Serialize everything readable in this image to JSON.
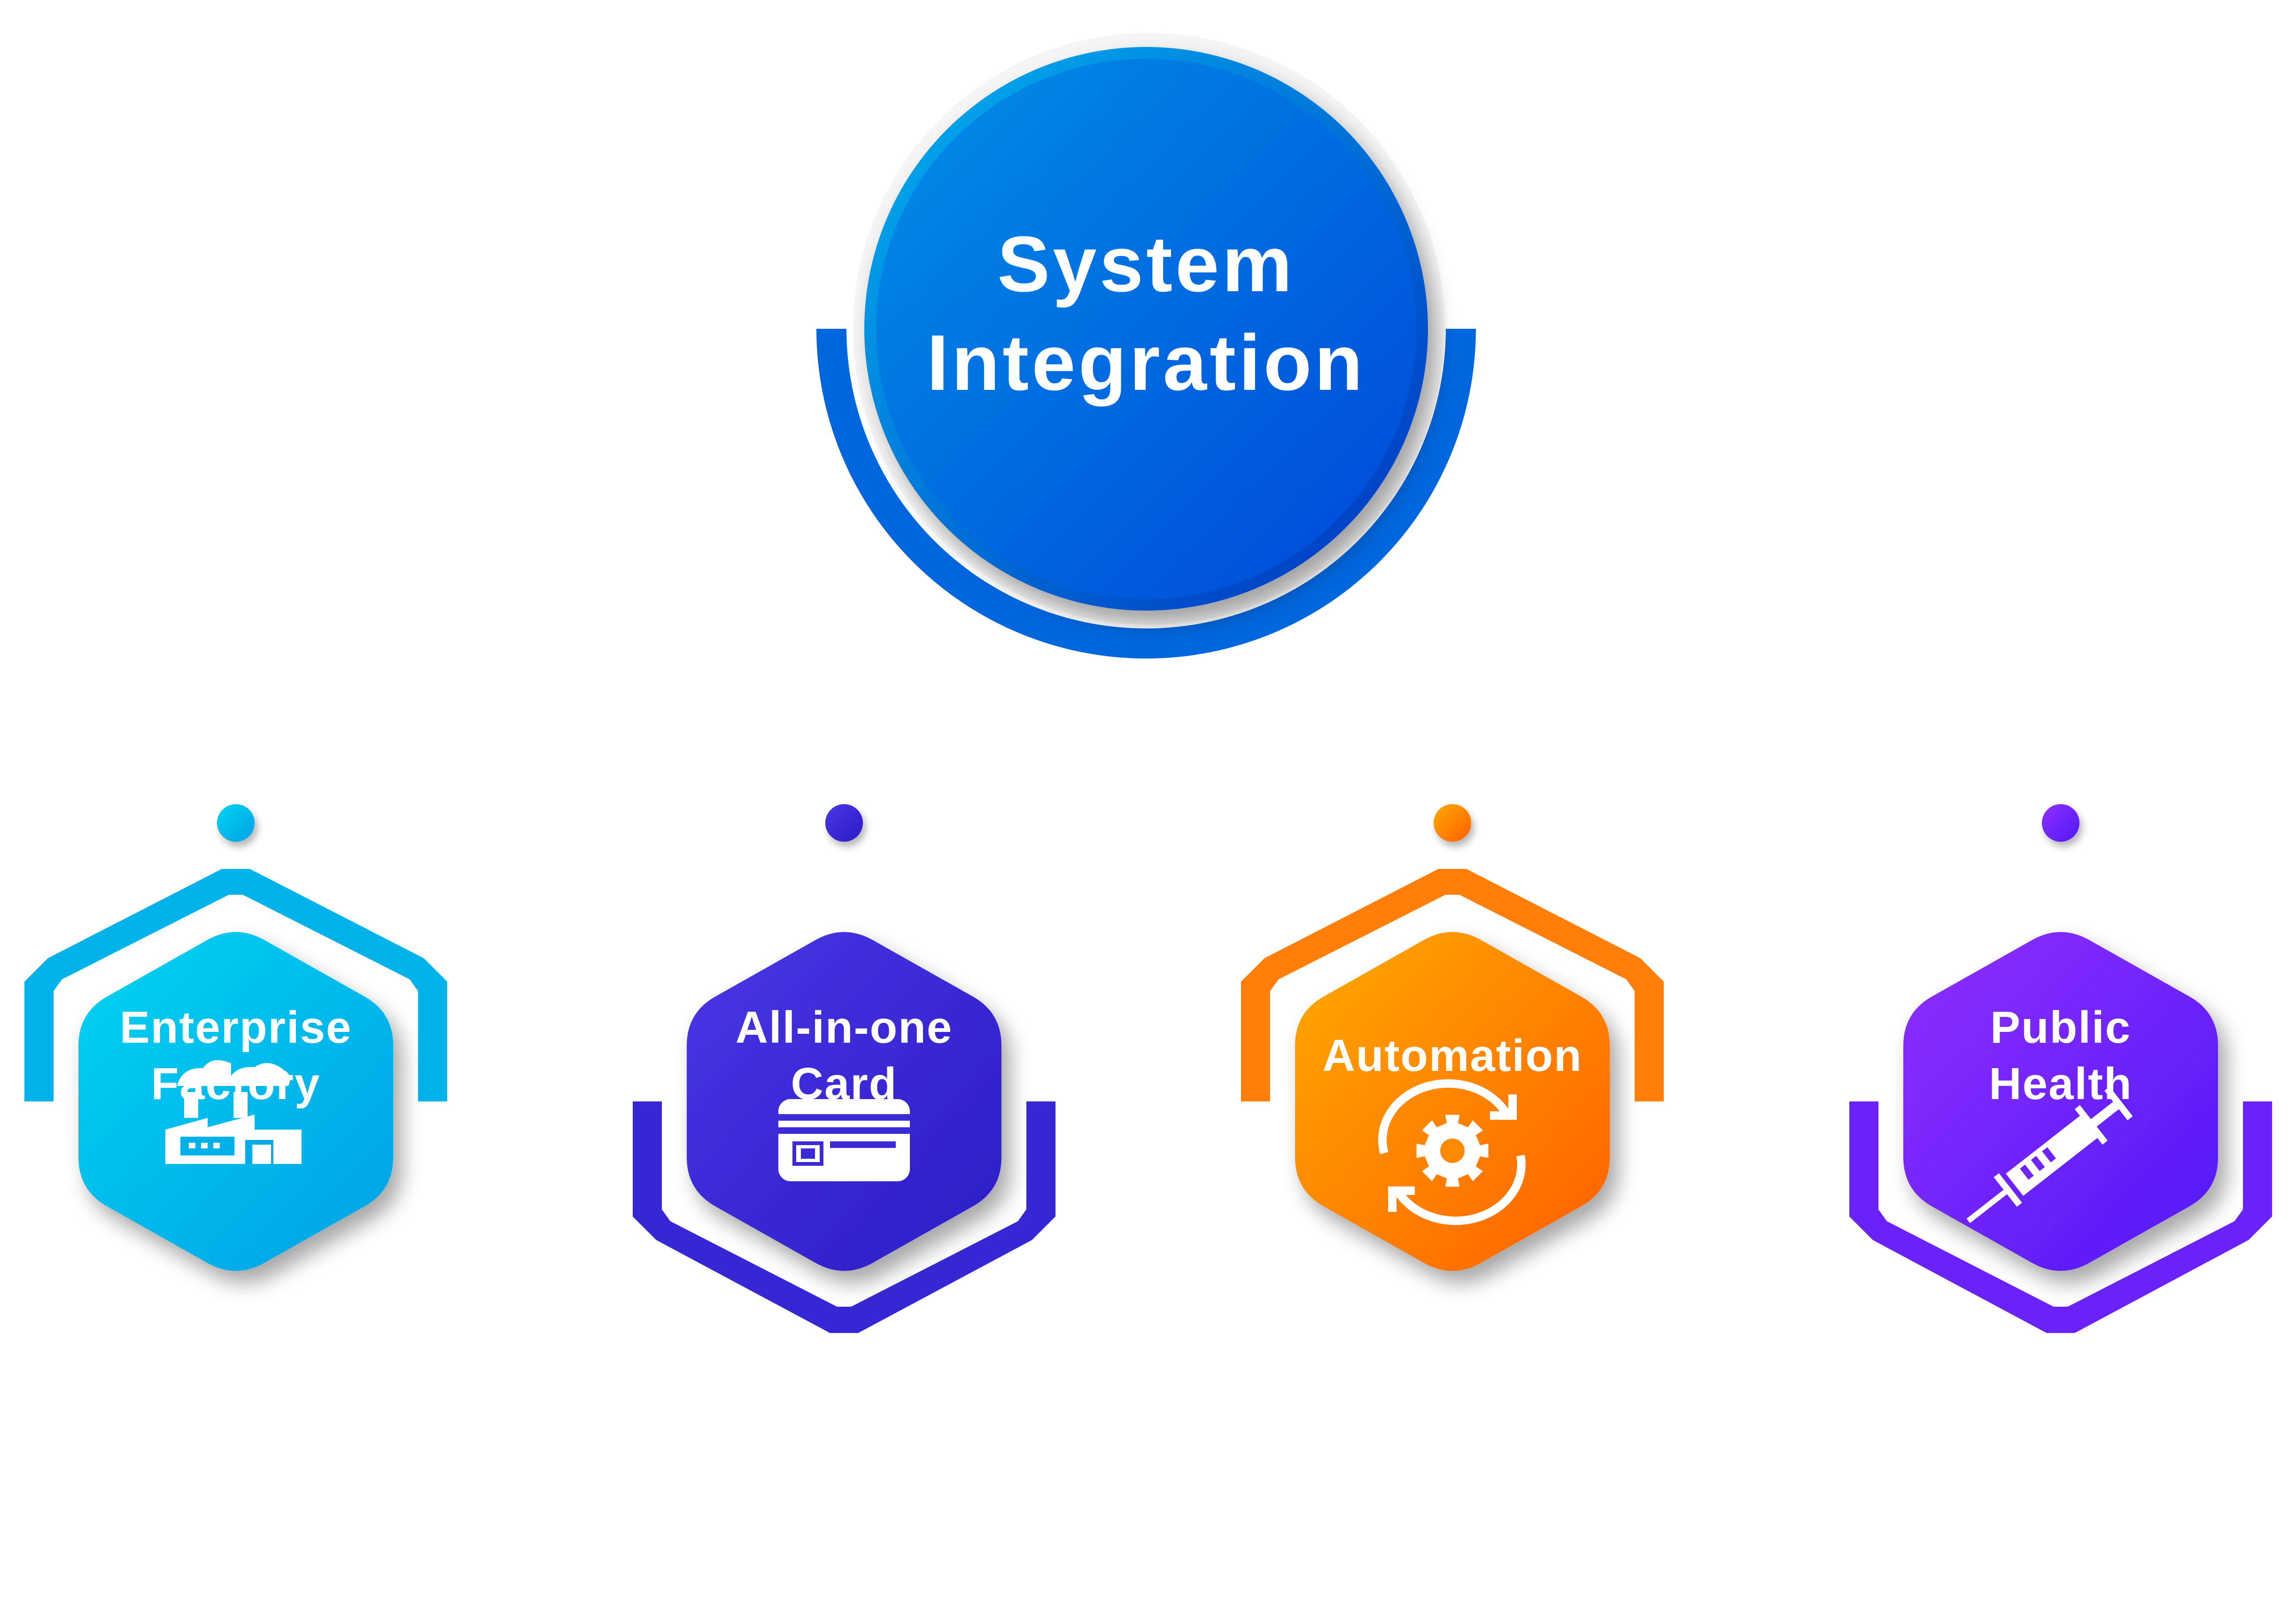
{
  "title": {
    "line1": "System",
    "line2": "Integration",
    "colors": {
      "ring": "#0066dd",
      "fill_start": "#0090e8",
      "fill_end": "#0046d8",
      "rim": "#00aaee"
    }
  },
  "nodes": [
    {
      "label_line1": "Enterprise",
      "label_line2": "Factory",
      "icon": "factory-icon",
      "frame": "top",
      "color": "#00b2ea",
      "fill_start": "#00d4f2",
      "fill_end": "#00a0e6"
    },
    {
      "label_line1": "All-in-one",
      "label_line2": "Card",
      "icon": "card-icon",
      "frame": "bottom",
      "color": "#3528d4",
      "fill_start": "#4a36e6",
      "fill_end": "#2a1cc4"
    },
    {
      "label_line1": "Automation",
      "label_line2": "",
      "icon": "gear-cycle-icon",
      "frame": "top",
      "color": "#ff7f0a",
      "fill_start": "#ffaa00",
      "fill_end": "#ff5f00"
    },
    {
      "label_line1": "Public",
      "label_line2": "Health",
      "icon": "syringe-icon",
      "frame": "bottom",
      "color": "#6a22f8",
      "fill_start": "#9030ff",
      "fill_end": "#5018f6"
    }
  ]
}
